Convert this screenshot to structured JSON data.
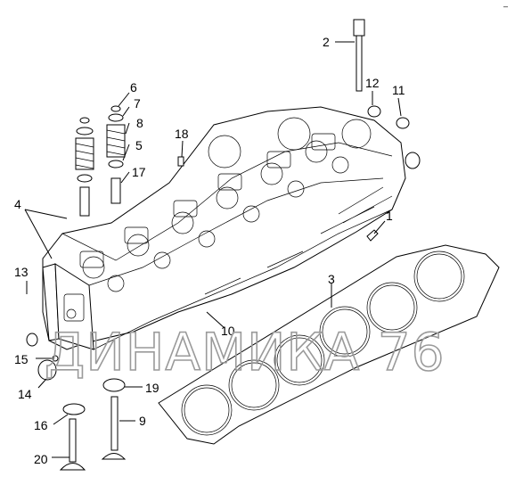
{
  "diagram": {
    "watermark": "ДИНАМИКА 76",
    "corner_mark": "–",
    "callouts": [
      "1",
      "2",
      "3",
      "4",
      "5",
      "6",
      "7",
      "8",
      "9",
      "10",
      "11",
      "12",
      "13",
      "14",
      "15",
      "16",
      "17",
      "18",
      "19",
      "20"
    ]
  }
}
